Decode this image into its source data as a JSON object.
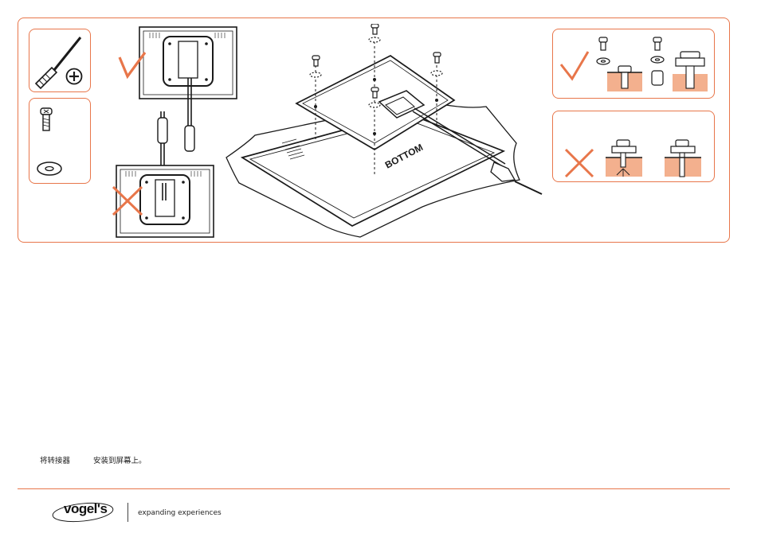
{
  "diagram": {
    "tv_label": "BOTTOM"
  },
  "instruction": {
    "part1": "将转接器",
    "part2": "安装到屏幕上。"
  },
  "footer": {
    "brand": "vogel's",
    "tagline": "expanding experiences"
  },
  "colors": {
    "accent": "#e8764a",
    "wood": "#f3b08e",
    "line": "#1a1a1a"
  },
  "icons": [
    "screwdriver-icon",
    "phillips-plus-icon",
    "screw-icon",
    "washer-icon",
    "check-icon",
    "cross-icon"
  ]
}
